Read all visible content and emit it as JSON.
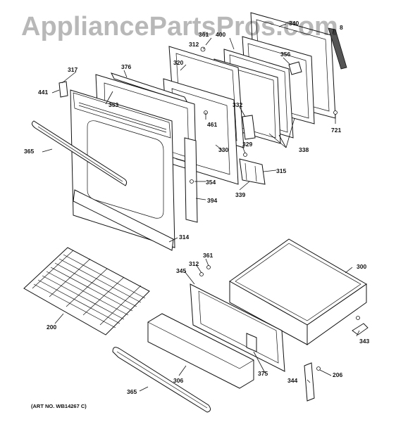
{
  "watermark": "AppliancePartsPros.com",
  "art_number": "(ART NO. WB14267 C)",
  "callouts": {
    "c200": "200",
    "c206": "206",
    "c300": "300",
    "c306": "306",
    "c312a": "312",
    "c312b": "312",
    "c314": "314",
    "c315": "315",
    "c317": "317",
    "c320": "320",
    "c329": "329",
    "c330": "330",
    "c332": "332",
    "c338": "338",
    "c339": "339",
    "c340": "340",
    "c343": "343",
    "c344": "344",
    "c345": "345",
    "c353": "353",
    "c354": "354",
    "c356": "356",
    "c361a": "361",
    "c361b": "361",
    "c365a": "365",
    "c365b": "365",
    "c375": "375",
    "c376": "376",
    "c394": "394",
    "c400": "400",
    "c441": "441",
    "c461": "461",
    "c721": "721",
    "c8": "8"
  }
}
